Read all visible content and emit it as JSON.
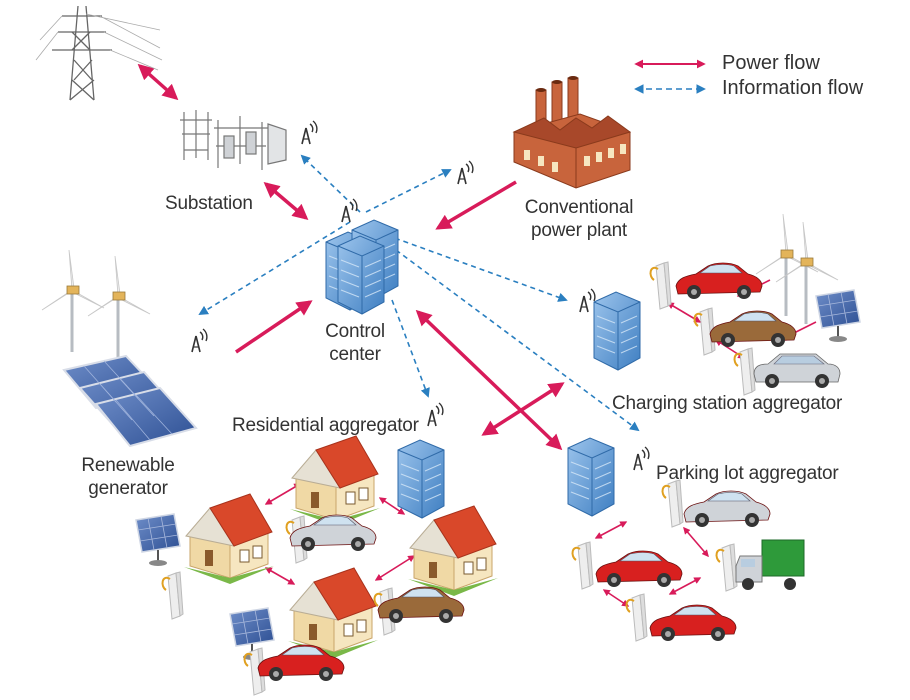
{
  "legend": {
    "power_flow": "Power flow",
    "information_flow": "Information flow",
    "power_color": "#d81b5a",
    "info_color": "#2a7fc0"
  },
  "labels": {
    "substation": "Substation",
    "conventional_line1": "Conventional",
    "conventional_line2": "power plant",
    "control_line1": "Control",
    "control_line2": "center",
    "renewable_line1": "Renewable",
    "renewable_line2": "generator",
    "residential": "Residential aggregator",
    "charging": "Charging station aggregator",
    "parking": "Parking lot aggregator"
  },
  "colors": {
    "car_red": "#d8201f",
    "car_silver": "#cfd3d8",
    "car_brown": "#9a6a3a",
    "truck_green": "#2e9a3a",
    "house_wall": "#f2dfb0",
    "house_roof": "#d9482a",
    "building_blue": "#4d8fd0",
    "solar_blue": "#3a5ea8",
    "plant_brick": "#c8643c"
  },
  "icons": [
    "pylon-icon",
    "substation-icon",
    "power-plant-icon",
    "control-center-icon",
    "wind-turbine-icon",
    "solar-panel-icon",
    "antenna-icon",
    "house-icon",
    "car-icon",
    "truck-icon",
    "charger-icon",
    "office-building-icon"
  ]
}
